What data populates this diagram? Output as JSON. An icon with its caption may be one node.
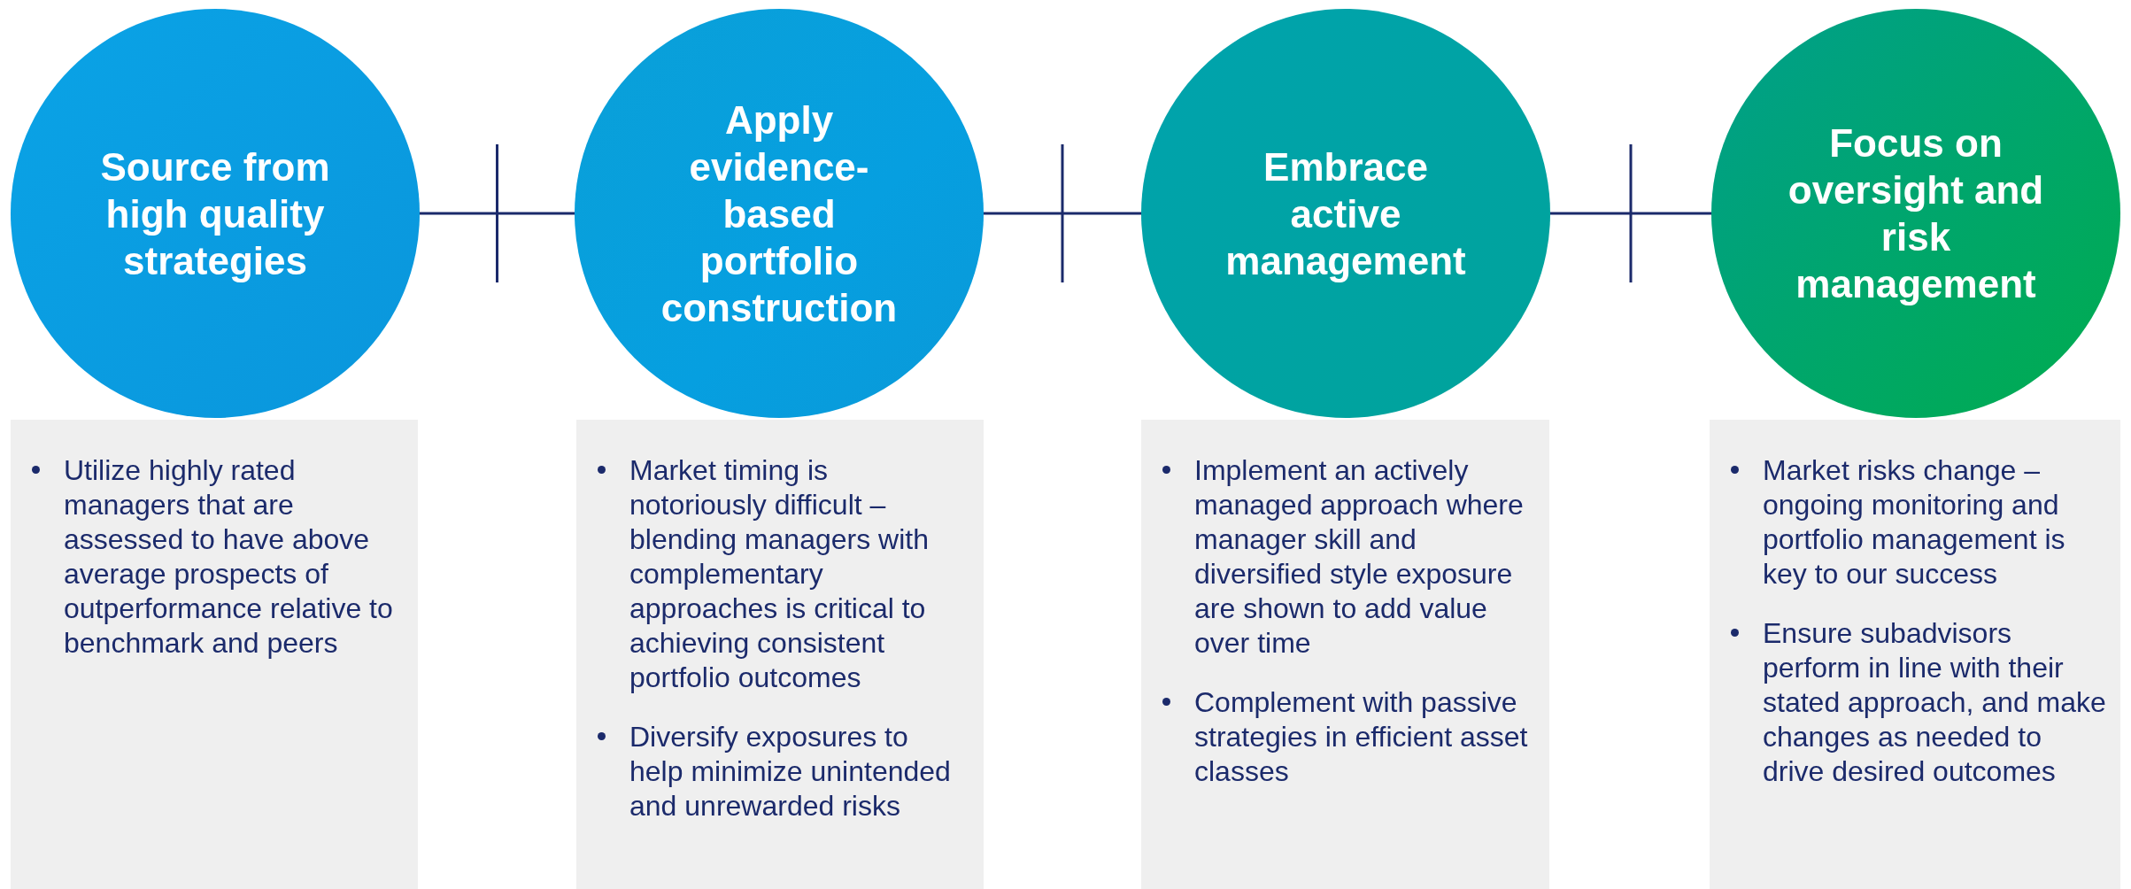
{
  "diagram": {
    "nodes": [
      {
        "text": [
          "Source from high quality strategies"
        ]
      },
      {
        "text": [
          "Utilize highly rated managers that are assessed to have above average prospects of outperformance relative to benchmark and peers"
        ]
      },
      {
        "text": [
          "Apply evidence-based portfolio construction"
        ]
      },
      {
        "text": [
          "Market timing is notoriously difficult – blending managers with complementary approaches is critical to achieving consistent portfolio outcomes",
          "Diversify exposures to help minimize unintended and unrewarded risks"
        ]
      },
      {
        "text": [
          "Embrace active management"
        ]
      },
      {
        "text": [
          "Implement an actively managed approach where manager skill and diversified style exposure are shown to add value over time",
          "Complement with passive strategies in efficient asset classes"
        ]
      },
      {
        "text": [
          "Focus on oversight and risk management"
        ]
      },
      {
        "text": [
          "Market risks change – ongoing monitoring and portfolio management is key to our success",
          "Ensure subadvisors perform in line with their stated approach, and make changes as needed to drive desired outcomes"
        ]
      }
    ],
    "edges": [
      {
        "from": 0,
        "to": 2,
        "arrow": "none"
      },
      {
        "from": 2,
        "to": 4,
        "arrow": "none"
      },
      {
        "from": 4,
        "to": 6,
        "arrow": "none"
      }
    ]
  }
}
